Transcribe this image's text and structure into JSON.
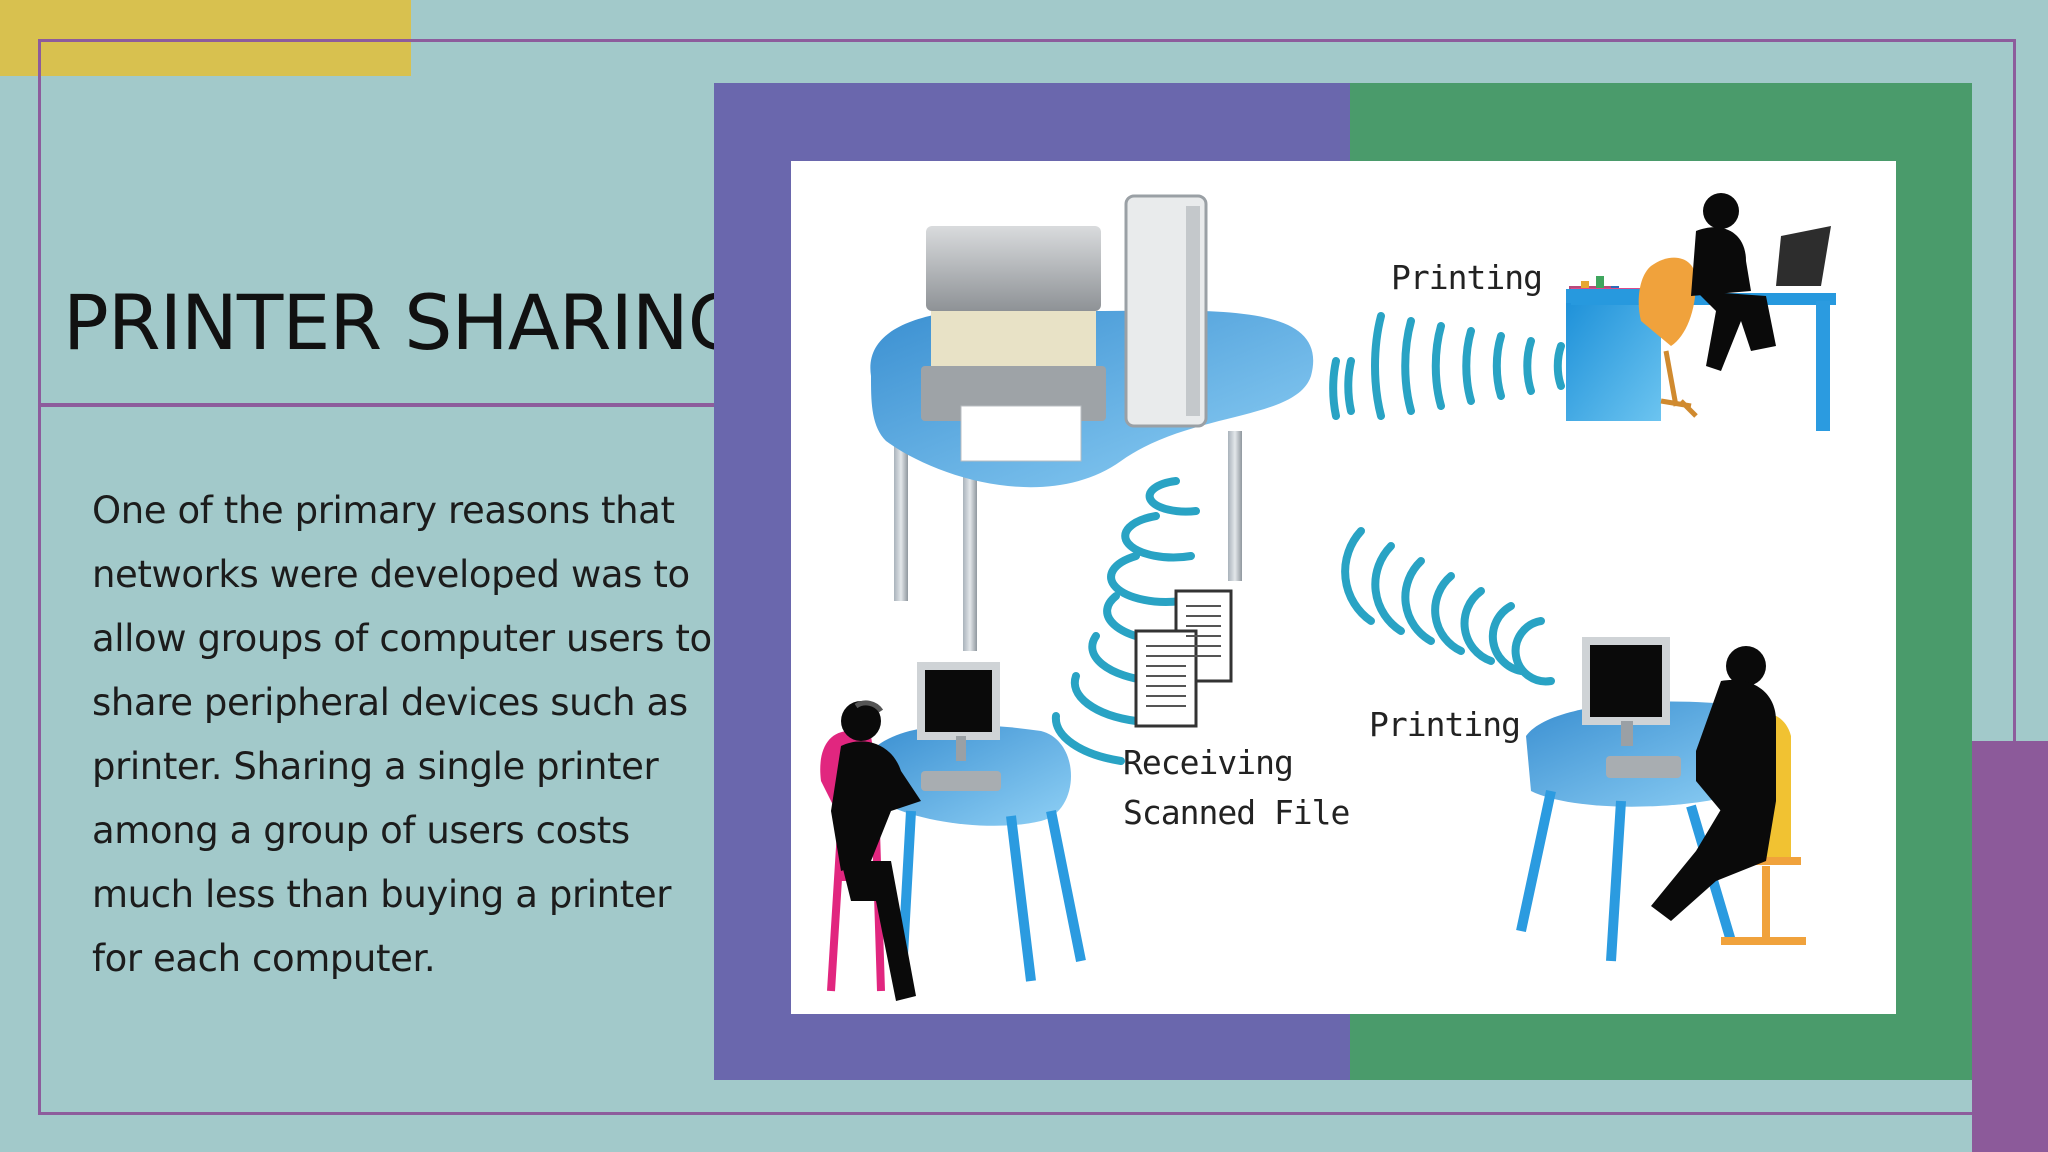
{
  "slide": {
    "title": "PRINTER SHARING",
    "body": "One of the primary reasons that networks were developed was to allow groups of computer users to share peripheral devices such as printer. Sharing a single printer among a group of users costs much less than buying a printer for each computer."
  },
  "illustration": {
    "label_printing_top": "Printing",
    "label_printing_bottom": "Printing",
    "label_receiving_line1": "Receiving",
    "label_receiving_line2": "Scanned File"
  },
  "colors": {
    "background": "#a2c9ca",
    "accent_yellow": "#d8c14f",
    "frame_purple": "#8d5c9c",
    "panel_purple": "#6a67ad",
    "panel_green": "#4a9b6b",
    "wave_blue": "#29a3c4"
  }
}
